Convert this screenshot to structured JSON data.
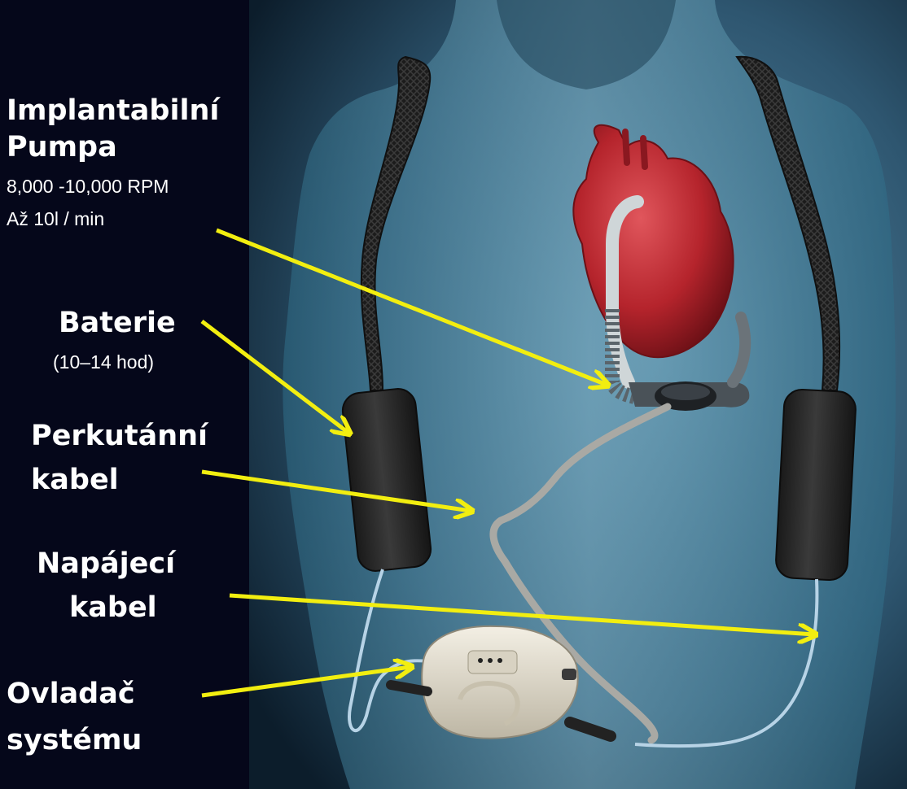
{
  "labels": {
    "pump": {
      "title_line1": "Implantabilní",
      "title_line2": "Pumpa",
      "spec_rpm": "8,000 -10,000 RPM",
      "spec_flow": "Až 10l / min"
    },
    "battery": {
      "title": "Baterie",
      "spec_duration": "(10–14 hod)"
    },
    "percutaneous_cable": {
      "title_line1": "Perkutánní",
      "title_line2": "kabel"
    },
    "power_cable": {
      "title_line1": "Napájecí",
      "title_line2": "kabel"
    },
    "controller": {
      "title_line1": "Ovladač",
      "title_line2": "systému"
    }
  },
  "colors": {
    "background": "#05071a",
    "arrow": "#f2ee10",
    "label_text": "#ffffff",
    "body_fill": "#3f7f9e",
    "heart": "#b5242c",
    "battery": "#2b2b2b",
    "cable": "#b7d3e6",
    "controller": "#e6e1d3"
  }
}
